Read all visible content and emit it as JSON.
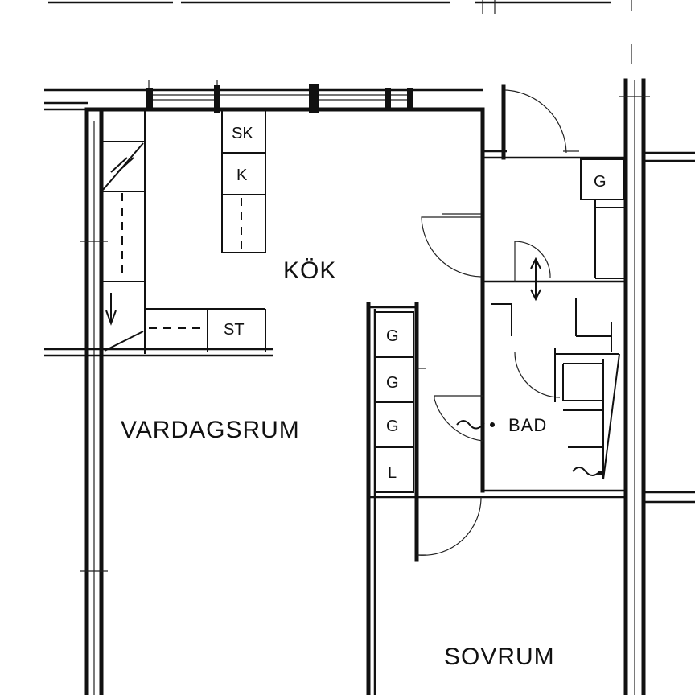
{
  "rooms": {
    "kitchen": "KÖK",
    "living_room": "VARDAGSRUM",
    "bathroom": "BAD",
    "bedroom": "SOVRUM"
  },
  "kitchen_units": {
    "freezer": "SK",
    "fridge": "K",
    "stove": "ST"
  },
  "wardrobes": [
    "G",
    "G",
    "G",
    "L"
  ],
  "hall_wardrobe": "G"
}
